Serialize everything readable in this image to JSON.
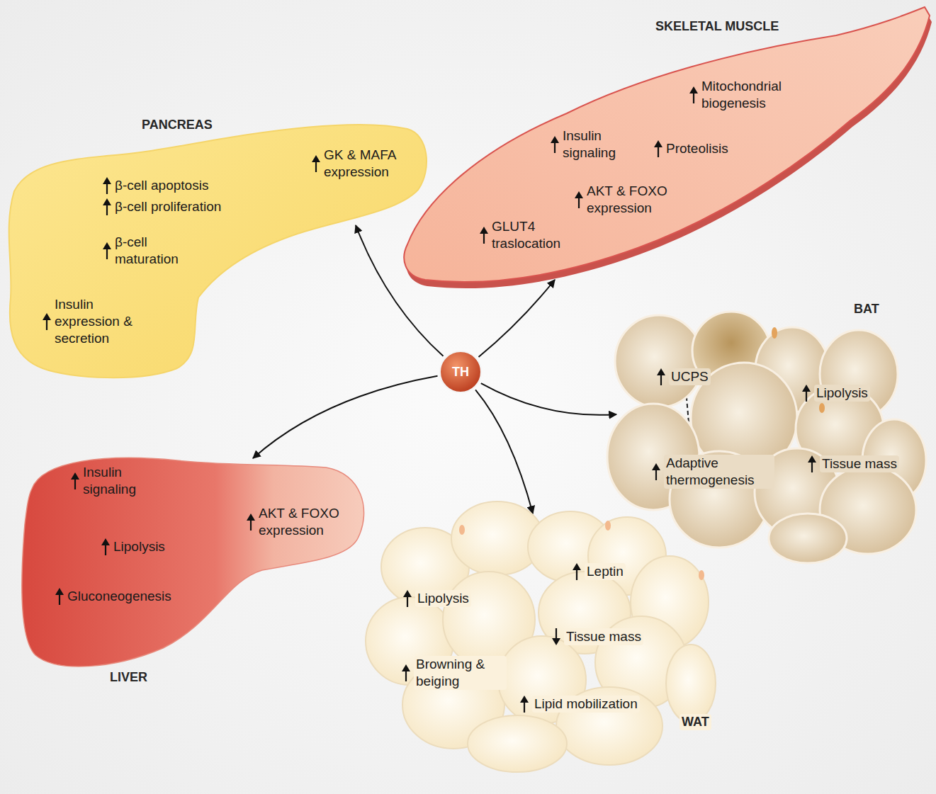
{
  "diagram": {
    "nodes": [
      {
        "text": [
          "PANCREAS",
          "GK & MAFA expression",
          "β-cell apoptosis",
          "β-cell proliferation",
          "β-cell maturation",
          "Insulin expression & secretion"
        ]
      },
      {
        "text": [
          "SKELETAL MUSCLE",
          "Mitochondrial biogenesis",
          "Insulin signaling",
          "Proteolisis",
          "AKT & FOXO expression",
          "GLUT4 traslocation"
        ]
      },
      {
        "text": [
          "TH"
        ]
      },
      {
        "text": [
          "BAT",
          "UCPS",
          "Lipolysis",
          "Adaptive thermogenesis",
          "Tissue mass"
        ]
      },
      {
        "text": [
          "LIVER",
          "Insulin signaling",
          "AKT & FOXO expression",
          "Lipolysis",
          "Gluconeogenesis"
        ]
      },
      {
        "text": [
          "WAT",
          "Leptin",
          "Lipolysis",
          "Tissue mass",
          "Browning & beiging",
          "Lipid mobilization"
        ]
      }
    ],
    "edges": [
      {
        "from": 2,
        "to": 0,
        "arrow": "to"
      },
      {
        "from": 2,
        "to": 1,
        "arrow": "to"
      },
      {
        "from": 2,
        "to": 3,
        "arrow": "to"
      },
      {
        "from": 2,
        "to": 4,
        "arrow": "to"
      },
      {
        "from": 2,
        "to": 5,
        "arrow": "to"
      }
    ]
  }
}
